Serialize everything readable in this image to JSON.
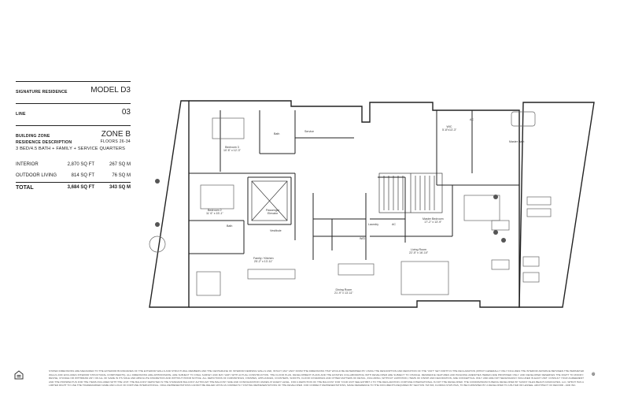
{
  "info": {
    "signature_label": "SIGNATURE RESIDENCE",
    "model": "MODEL D3",
    "line_label": "LINE",
    "line_value": "03",
    "zone_label": "BUILDING ZONE",
    "zone_value": "ZONE B",
    "floors": "FLOORS 26-34"
  },
  "residence": {
    "title": "RESIDENCE DESCRIPTION",
    "description": "3 BED/4.5 BATH + FAMILY + SERVICE QUARTERS",
    "rows": [
      {
        "name": "INTERIOR",
        "sqft": "2,870 SQ FT",
        "sqm": "267 SQ M"
      },
      {
        "name": "OUTDOOR LIVING",
        "sqft": "814 SQ FT",
        "sqm": "76 SQ M"
      }
    ],
    "total": {
      "name": "TOTAL",
      "sqft": "3,684 SQ FT",
      "sqm": "343 SQ M"
    }
  },
  "rooms": {
    "bedroom3": [
      "Bedroom 3",
      "10' 8\" x 12'-3\""
    ],
    "bath_a": [
      "Bath"
    ],
    "service": [
      "Service"
    ],
    "bedroom2": [
      "Bedroom 2",
      "11' 6\" x 15'-1\""
    ],
    "passenger_elevator": [
      "Passenger",
      "Elevator"
    ],
    "bath_b": [
      "Bath"
    ],
    "vestibule": [
      "Vestibule"
    ],
    "family_kitchen": [
      "Family / Kitchen",
      "25'-2\" x 13'-11\""
    ],
    "dining_room": [
      "Dining Room",
      "21'-9\" x 13'-11\""
    ],
    "wic": [
      "WIC",
      "5'-8\"x13'-3\""
    ],
    "ac_a": [
      "AC"
    ],
    "master_bath": [
      "Master Bath"
    ],
    "master_bedroom": [
      "Master Bedroom",
      "17'-2\" x 13'-9\""
    ],
    "laundry": [
      "Laundry"
    ],
    "ac_b": [
      "AC"
    ],
    "wd": [
      "W/D"
    ],
    "living_room": [
      "Living Room",
      "22'-5\" x 16'-10\""
    ]
  },
  "disclaimer": "STATED DIMENSIONS ARE MEASURED TO THE EXTERIOR BOUNDARIES OF THE EXTERIOR WALLS AND STRUCTURAL MEMBERS AND THE CENTERLINE OF INTERIOR DEMISING WALLS AND, INTACT, MAY VARY FROM THE DIMENSIONS THAT WOULD BE DETERMINED BY USING THE DESCRIPTION AND DEFINITION OF THE \"UNIT\" SET FORTH IN THE DECLARATION (WHICH GENERALLY ONLY INCLUDES THE INTERIOR AIRSPACE BETWEEN THE PERIMETER WALLS AND EXCLUDES INTERIOR STRUCTURAL COMPONENTS). ALL DIMENSIONS ARE APPROXIMATE, ARE SUBJECT TO FINAL SURVEY AND MAY VARY WITH ACTUAL CONSTRUCTION. THE FLOOR PLAN, DEVELOPMENT PLANS AND THE ESTATES COLLABORATING WITH DEVELOPER ARE SUBJECT TO CHANGE. RESIDENCE FEATURES AND BUILDING AMENITIES HEREIN ARE PROPOSED ONLY, AND DEVELOPER RESERVES THE RIGHT TO MODIFY, REVISE, CHANGE OR WITHDRAW ANY OR ALL OF SAME IN ITS SOLE AND ABSOLUTE DISCRETION AND WITHOUT PRIOR NOTICE. ALL DEPICTIONS OF FURNISHINGS, FINISHES, APPLIANCES, COUNTERS, SOFFITS, FLOOR COVERINGS AND OTHER MATTERS OF DETAIL, INCLUDING, WITHOUT LIMITATION, ITEMS OF FINISH AND DECORATION, ARE CONCEPTUAL ONLY AND ARE NOT NECESSARILY INCLUDED IN EACH UNIT. CONSULT YOUR AGREEMENT AND THE PROSPECTUS FOR THE ITEMS INCLUDED WITH THE UNIT. THE BALCONY DEPICTED IS THE STANDARD BALCONY ALTHOUGH THE BALCONY SIZE AND CONFIGURATION VARIES AT EVERY LEVEL. FOR A DEPICTION OF THE BALCONY FOR YOUR UNIT SEE EXHIBIT 2 TO THE DECLARATION. FORTUNE INTERNATIONAL IS NOT THE DEVELOPER. THE CONDOMINIUM IS BEING DEVELOPED BY SUNNY ISLES BEACH ASSOCIATES, LLC, WHICH HAS A LIMITED RIGHT TO USE THE TRADEMARKED NAME AND LOGO OF FORTUNE INTERNATIONAL. ORAL REPRESENTATIONS CANNOT BE RELIED UPON AS CORRECTLY STATING REPRESENTATIONS OF THE DEVELOPER. FOR CORRECT REPRESENTATIONS, MAKE REFERENCE TO THE DOCUMENTS REQUIRED BY SECTION 718.503, FLORIDA STATUTES, TO BE FURNISHED BY A DEVELOPER TO A BUYER OR LESSEE. ARCHITECT OF RECORD - ADD INC.",
  "colors": {
    "line": "#222222",
    "furniture": "#666666",
    "dim": "#999999"
  }
}
